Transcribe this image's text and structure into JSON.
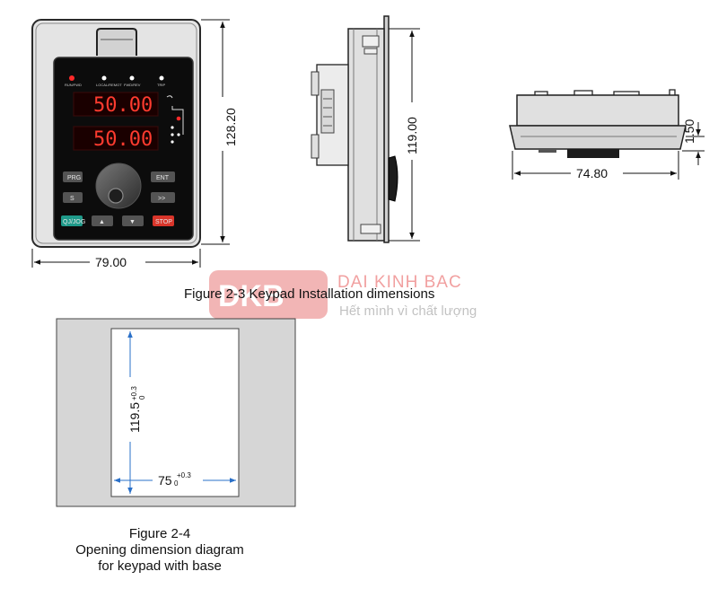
{
  "figure_2_3": {
    "caption": "Figure 2-3  Keypad Installation dimensions",
    "front_view": {
      "width_dim": "79.00",
      "height_dim": "128.20",
      "display_upper": "50.00",
      "display_lower": "50.00",
      "indicators": [
        "RUN/FWD",
        "LOCAL/REMOT",
        "FWD/REV",
        "TRIP"
      ],
      "keys": {
        "prg": "PRG",
        "ent": "ENT",
        "s": "S",
        "shift": ">>",
        "qjog": "QJ/JOG",
        "up": "▲",
        "down": "▼",
        "stop": "STOP"
      }
    },
    "side_view": {
      "height_dim": "119.00"
    },
    "bottom_view": {
      "width_dim": "74.80",
      "thickness_dim": "1.50"
    }
  },
  "figure_2_4": {
    "caption_line1": "Figure 2-4",
    "caption_line2": "Opening dimension diagram",
    "caption_line3": "for keypad with base",
    "height_dim": "119.5",
    "height_tol_upper": "+0.3",
    "height_tol_lower": "0",
    "width_dim": "75",
    "width_tol_upper": "+0.3",
    "width_tol_lower": "0"
  },
  "watermark": {
    "logo": "DKB",
    "name": "DAI KINH BAC",
    "tagline": "Hết mình vì chất lượng"
  }
}
